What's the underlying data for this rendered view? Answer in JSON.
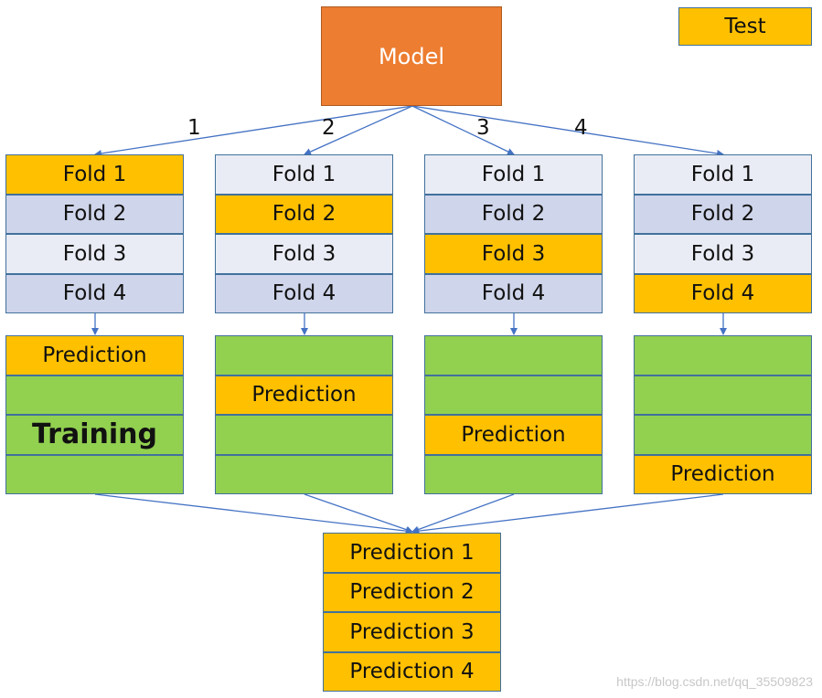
{
  "model": {
    "label": "Model"
  },
  "legend": {
    "label": "Test"
  },
  "arrow_numbers": [
    "1",
    "2",
    "3",
    "4"
  ],
  "columns": [
    {
      "folds": [
        "Fold 1",
        "Fold 2",
        "Fold 3",
        "Fold 4"
      ],
      "test_fold": 0,
      "preds": [
        "Prediction",
        "",
        "Training",
        ""
      ],
      "pred_index": 0
    },
    {
      "folds": [
        "Fold 1",
        "Fold 2",
        "Fold 3",
        "Fold 4"
      ],
      "test_fold": 1,
      "preds": [
        "",
        "Prediction",
        "",
        ""
      ],
      "pred_index": 1
    },
    {
      "folds": [
        "Fold 1",
        "Fold 2",
        "Fold 3",
        "Fold 4"
      ],
      "test_fold": 2,
      "preds": [
        "",
        "",
        "Prediction",
        ""
      ],
      "pred_index": 2
    },
    {
      "folds": [
        "Fold 1",
        "Fold 2",
        "Fold 3",
        "Fold 4"
      ],
      "test_fold": 3,
      "preds": [
        "",
        "",
        "",
        "Prediction"
      ],
      "pred_index": 3
    }
  ],
  "final": [
    "Prediction 1",
    "Prediction 2",
    "Prediction 3",
    "Prediction 4"
  ],
  "watermark": "https://blog.csdn.net/qq_35509823",
  "colors": {
    "model": "#ed7d31",
    "test": "#ffc000",
    "train": "#92d050",
    "fold_light": "#e9ecf4",
    "fold_mid": "#cfd5ea",
    "line": "#4472c4"
  }
}
